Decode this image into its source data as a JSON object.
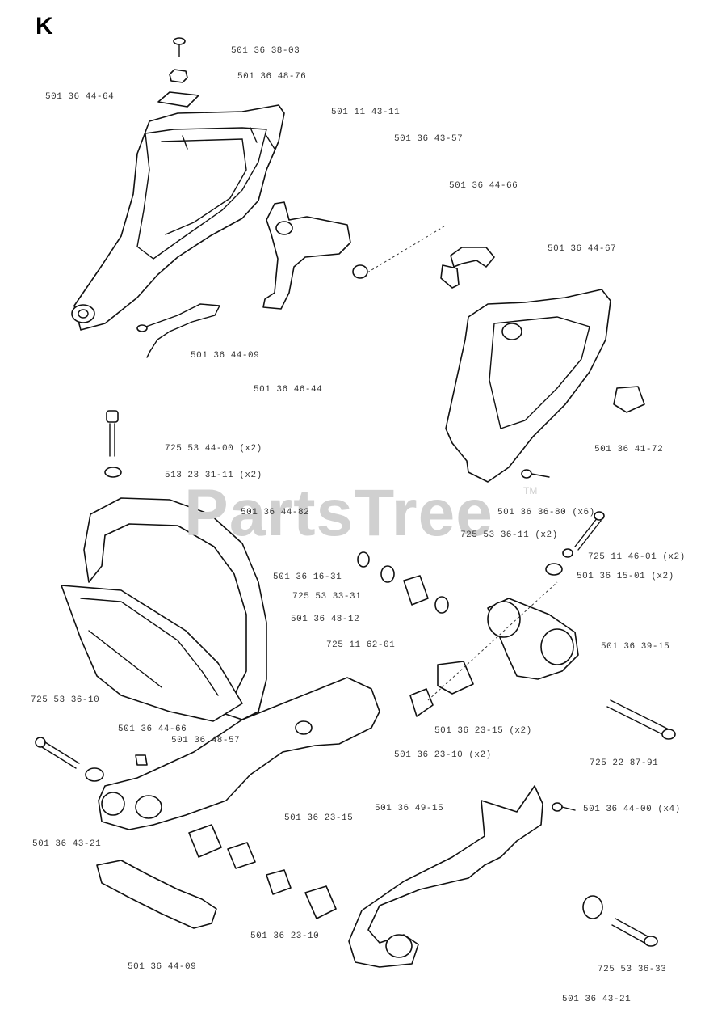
{
  "section_letter": "K",
  "watermark": {
    "text": "PartsTree",
    "tm": "TM"
  },
  "labels": [
    "501 36 38-03",
    "501 36 48-76",
    "501 36 44-64",
    "501 11 43-11",
    "501 36 43-57",
    "501 36 44-66",
    "501 36 44-67",
    "501 36 44-09",
    "501 36 46-44",
    "725 53 44-00 (x2)",
    "513 23 31-11 (x2)",
    "501 36 41-72",
    "501 36 44-82",
    "501 36 36-80 (x6)",
    "725 53 36-11 (x2)",
    "725 11 46-01 (x2)",
    "501 36 15-01 (x2)",
    "501 36 16-31",
    "725 53 33-31",
    "501 36 48-12",
    "725 11 62-01",
    "501 36 39-15",
    "725 53 36-10",
    "501 36 44-66",
    "501 36 48-57",
    "501 36 23-15 (x2)",
    "501 36 23-10 (x2)",
    "725 22 87-91",
    "501 36 23-15",
    "501 36 49-15",
    "501 36 44-00 (x4)",
    "501 36 43-21",
    "501 36 23-10",
    "501 36 44-09",
    "725 53 36-33",
    "501 36 43-21"
  ]
}
